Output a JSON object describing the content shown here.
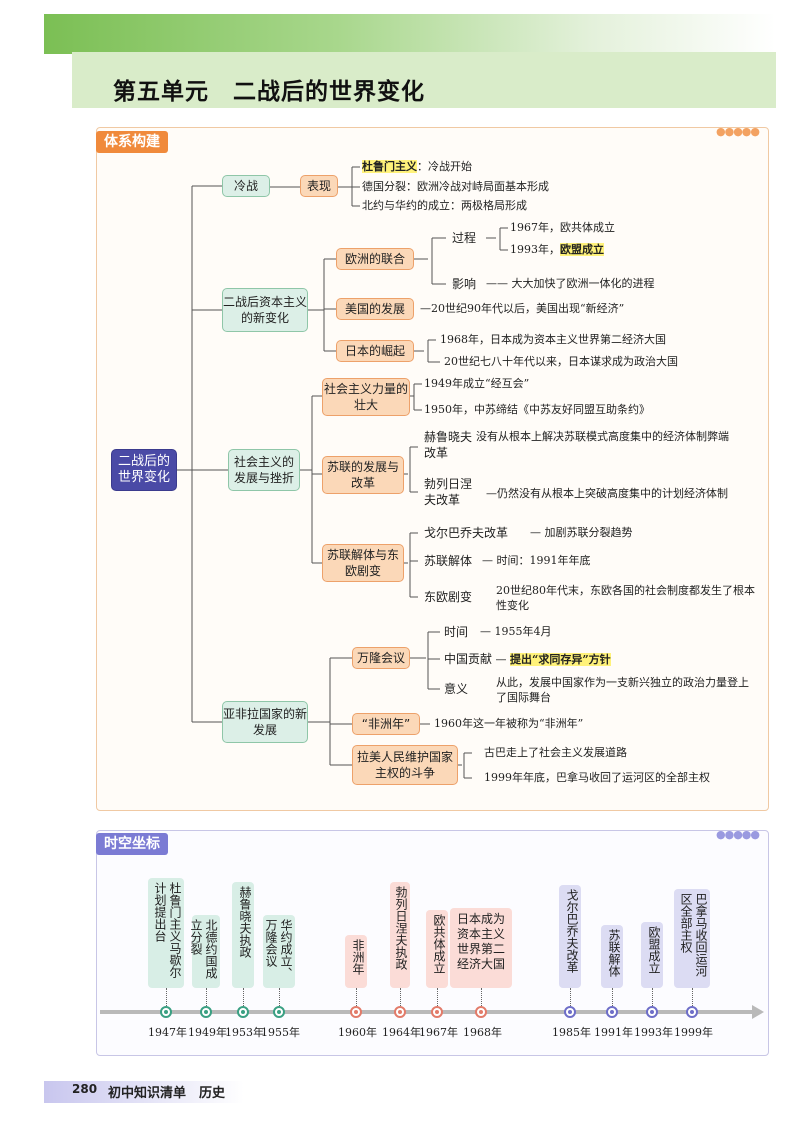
{
  "unit_title": "第五单元　二战后的世界变化",
  "section1": {
    "tab": "体系构建",
    "dots": "●●●●●"
  },
  "root": "二战后的世界变化",
  "branches": {
    "coldwar": {
      "label": "冷战",
      "sub": "表现",
      "items": [
        {
          "hl": "杜鲁门主义",
          "rest": "：冷战开始"
        },
        {
          "text": "德国分裂：欧洲冷战对峙局面基本形成"
        },
        {
          "text": "北约与华约的成立：两极格局形成"
        }
      ]
    },
    "capitalism": {
      "label": "二战后资本主义的新变化",
      "europe": {
        "label": "欧洲的联合",
        "process": "过程",
        "p1": "1967年，欧共体成立",
        "p2a": "1993年，",
        "p2b": "欧盟成立",
        "impact": "影响",
        "impact_text": "—— 大大加快了欧洲一体化的进程"
      },
      "usa": {
        "label": "美国的发展",
        "text": "—20世纪90年代以后，美国出现“新经济”"
      },
      "japan": {
        "label": "日本的崛起",
        "t1": "1968年，日本成为资本主义世界第二经济大国",
        "t2": "20世纪七八十年代以来，日本谋求成为政治大国"
      }
    },
    "socialism": {
      "label": "社会主义的发展与挫折",
      "growth": {
        "label": "社会主义力量的壮大",
        "t1": "1949年成立“经互会”",
        "t2": "1950年，中苏缔结《中苏友好同盟互助条约》"
      },
      "soviet": {
        "label": "苏联的发展与改革",
        "k_label": "赫鲁晓夫改革",
        "k_text": "没有从根本上解决苏联模式高度集中的经济体制弊端",
        "b_label": "勃列日涅夫改革",
        "b_text": "—仍然没有从根本上突破高度集中的计划经济体制"
      },
      "collapse": {
        "label": "苏联解体与东欧剧变",
        "g_label": "戈尔巴乔夫改革",
        "g_text": "— 加剧苏联分裂趋势",
        "d_label": "苏联解体",
        "d_text": "— 时间：1991年年底",
        "e_label": "东欧剧变",
        "e_text": "20世纪80年代末，东欧各国的社会制度都发生了根本性变化"
      }
    },
    "asia": {
      "label": "亚非拉国家的新发展",
      "bandung": {
        "label": "万隆会议",
        "time_label": "时间",
        "time_text": "— 1955年4月",
        "contrib_label": "中国贡献",
        "contrib_hl": "提出“求同存异”方针",
        "meaning_label": "意义",
        "meaning_text": "从此，发展中国家作为一支新兴独立的政治力量登上了国际舞台"
      },
      "africa": {
        "label": "“非洲年”",
        "text": "1960年这一年被称为“非洲年”"
      },
      "latam": {
        "label": "拉美人民维护国家主权的斗争",
        "t1": "古巴走上了社会主义发展道路",
        "t2": "1999年年底，巴拿马收回了运河区的全部主权"
      }
    }
  },
  "section2": {
    "tab": "时空坐标",
    "dots": "●●●●●"
  },
  "timeline": [
    {
      "year": "1947年",
      "event": "杜鲁门主义马歇尔计划提出台",
      "color": "green"
    },
    {
      "year": "1949年",
      "event": "北德约国成立分裂",
      "color": "green"
    },
    {
      "year": "1953年",
      "event": "赫鲁晓夫执政",
      "color": "green"
    },
    {
      "year": "1955年",
      "event": "华约成立、万隆会议",
      "color": "green"
    },
    {
      "year": "1960年",
      "event": "非洲年",
      "color": "red"
    },
    {
      "year": "1964年",
      "event": "勃列日涅夫执政",
      "color": "red"
    },
    {
      "year": "1967年",
      "event": "欧共体成立",
      "color": "red"
    },
    {
      "year": "1968年",
      "event": "日本成为资本主义世界第二经济大国",
      "color": "red"
    },
    {
      "year": "1985年",
      "event": "戈尔巴乔夫改革",
      "color": "purple"
    },
    {
      "year": "1991年",
      "event": "苏联解体",
      "color": "purple"
    },
    {
      "year": "1993年",
      "event": "欧盟成立",
      "color": "purple"
    },
    {
      "year": "1999年",
      "event": "巴拿马收回运河区全部主权",
      "color": "purple"
    }
  ],
  "footer": {
    "page": "280",
    "text": "初中知识清单　历史"
  },
  "colors": {
    "accent_green": "#7bbf54",
    "orange": "#f08a3c",
    "purple": "#7b7bd4",
    "node_blue": "#4a4aa6"
  }
}
